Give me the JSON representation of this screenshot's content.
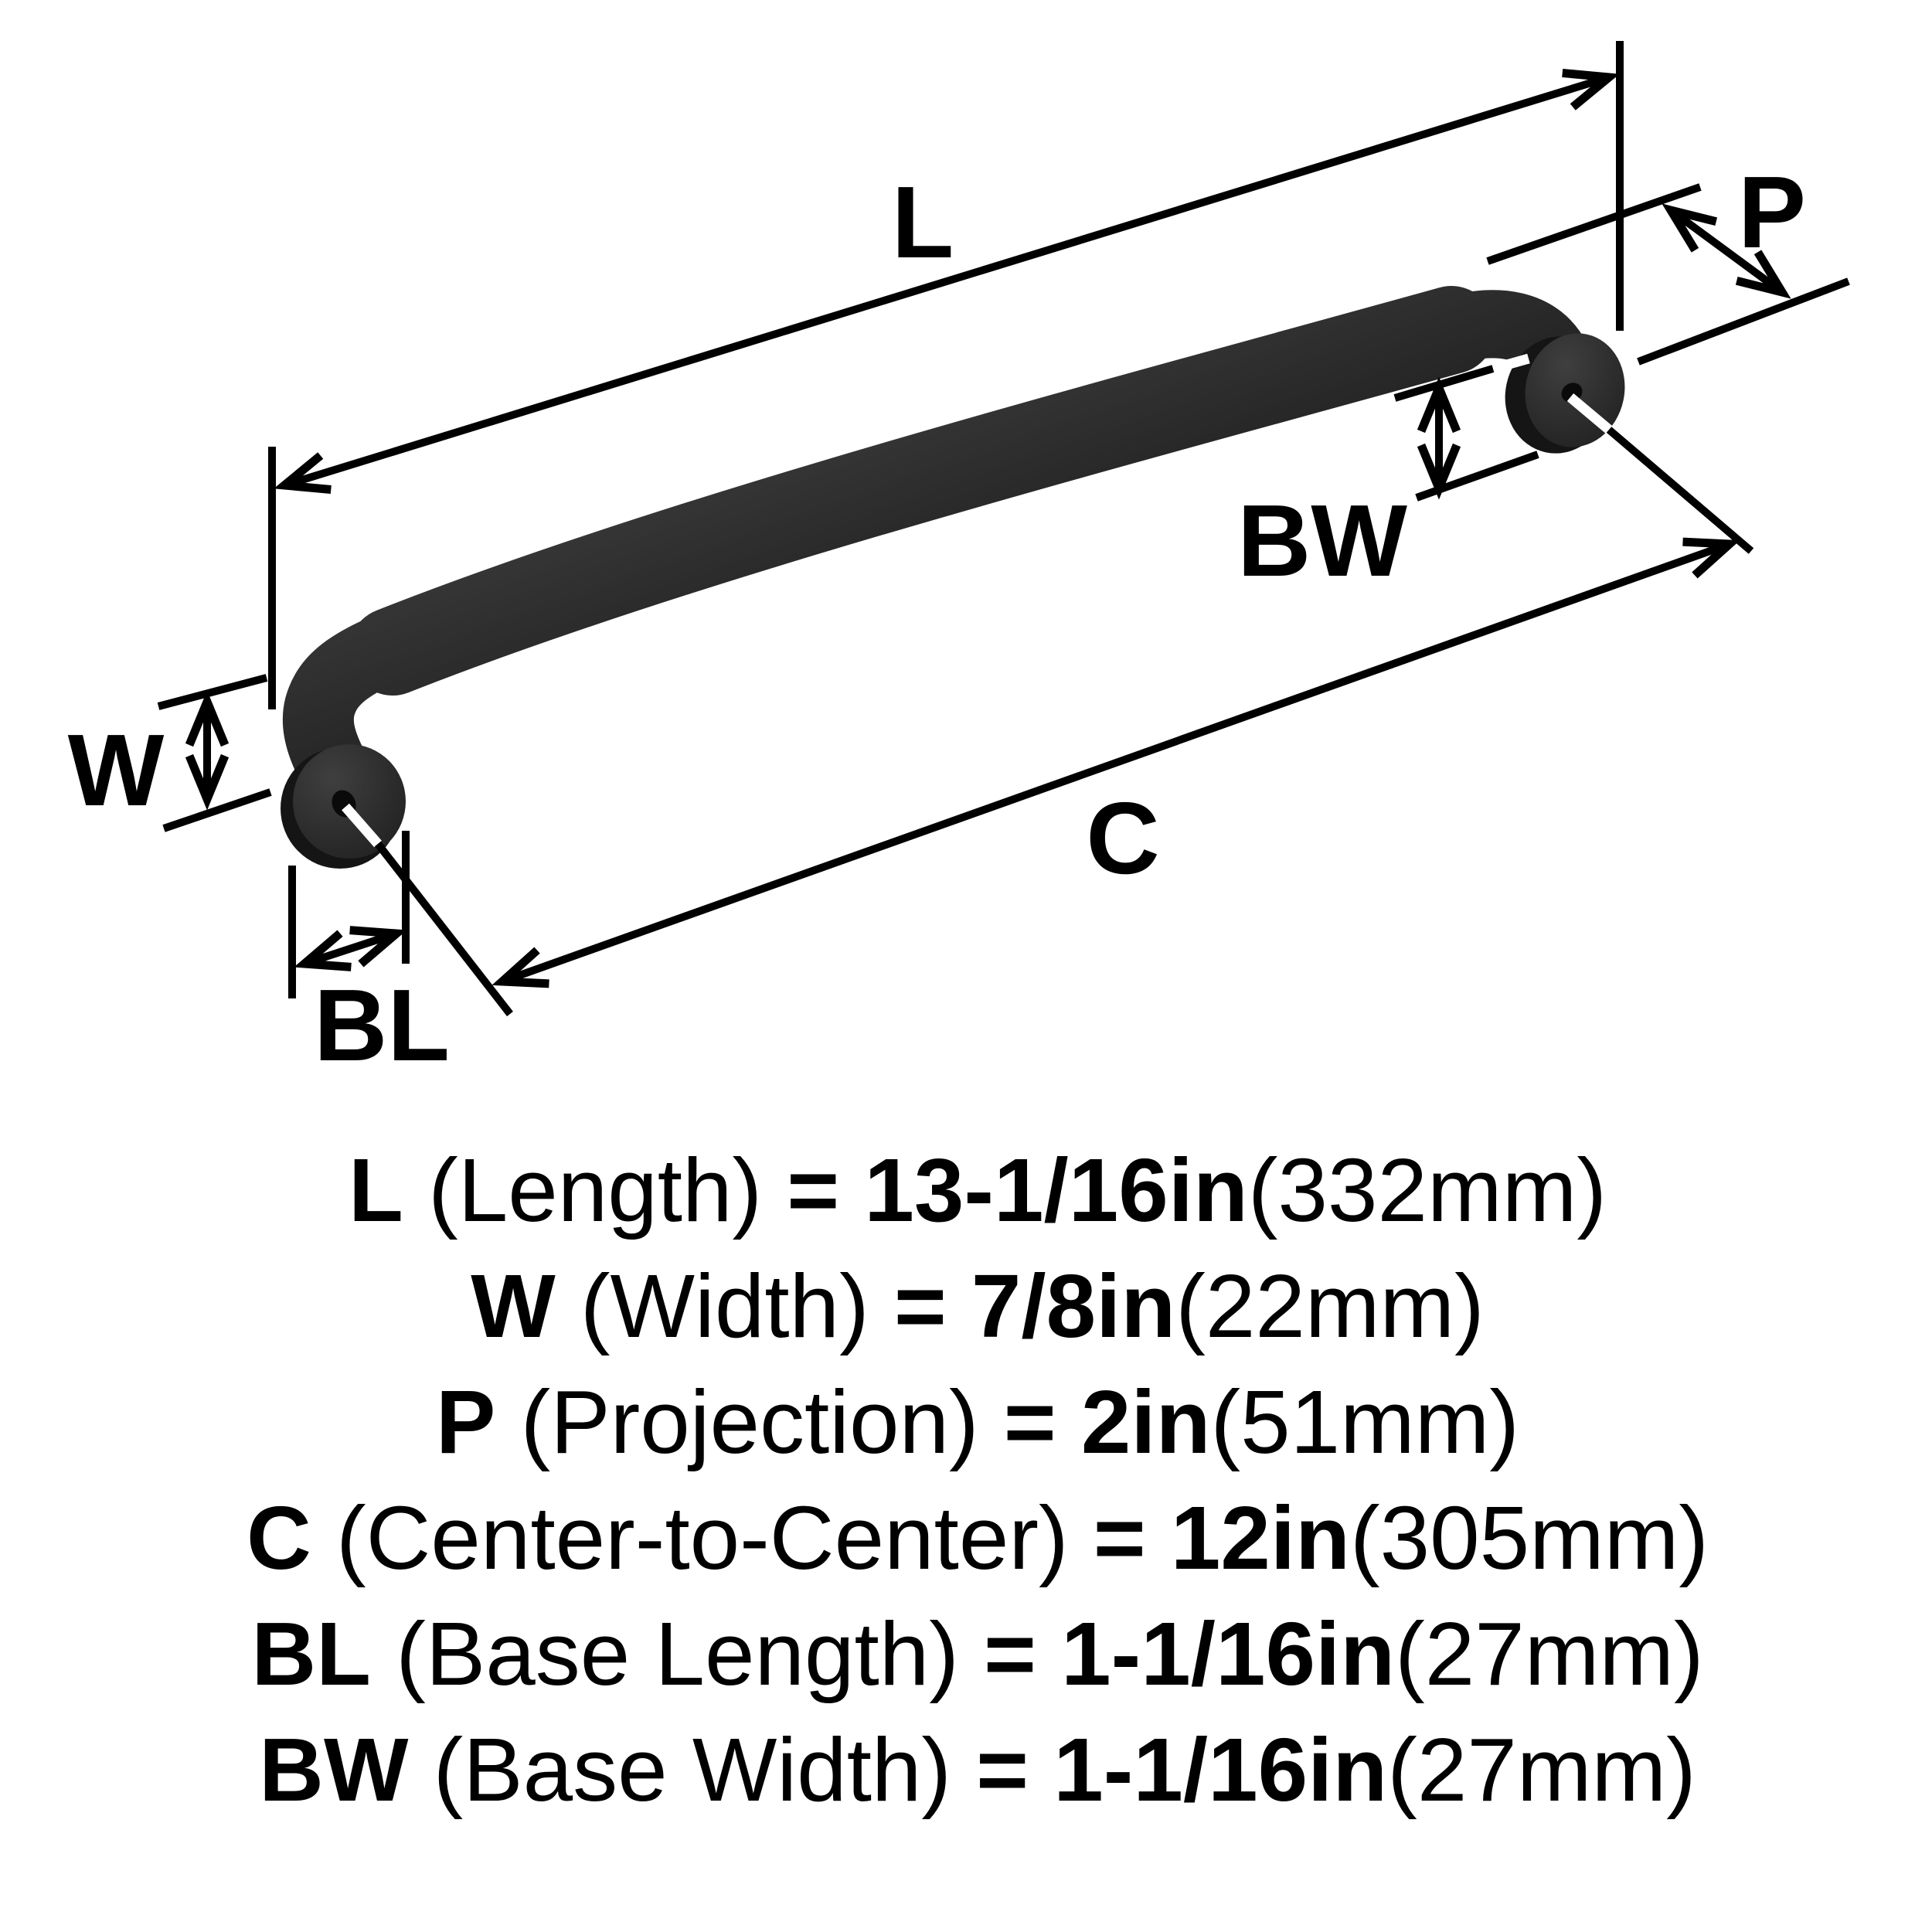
{
  "diagram": {
    "labels": {
      "length": "L",
      "width": "W",
      "projection": "P",
      "center_to_center": "C",
      "base_length": "BL",
      "base_width": "BW"
    }
  },
  "specs": {
    "lines": [
      {
        "var": "L",
        "name": " (Length) ",
        "value": "= 13-1/16in",
        "metric": "(332mm)"
      },
      {
        "var": "W",
        "name": " (Width) ",
        "value": "= 7/8in",
        "metric": "(22mm)"
      },
      {
        "var": "P",
        "name": " (Projection) ",
        "value": "= 2in",
        "metric": "(51mm)"
      },
      {
        "var": "C",
        "name": " (Center-to-Center) ",
        "value": "= 12in",
        "metric": "(305mm)"
      },
      {
        "var": "BL",
        "name": " (Base Length) ",
        "value": "= 1-1/16in",
        "metric": "(27mm)"
      },
      {
        "var": "BW",
        "name": " (Base Width) ",
        "value": "= 1-1/16in",
        "metric": "(27mm)"
      }
    ]
  },
  "colors": {
    "ink": "#000000",
    "background": "#ffffff",
    "tick_overlay": "#ffffff",
    "handle_light": "#4e4e4e",
    "handle_mid": "#262626",
    "handle_dark": "#0f0f0f",
    "disc_face_light": "#3f3f3f",
    "disc_face_dark": "#1d1d1d",
    "disc_rim": "#151515",
    "hole": "#0a0a0a"
  }
}
